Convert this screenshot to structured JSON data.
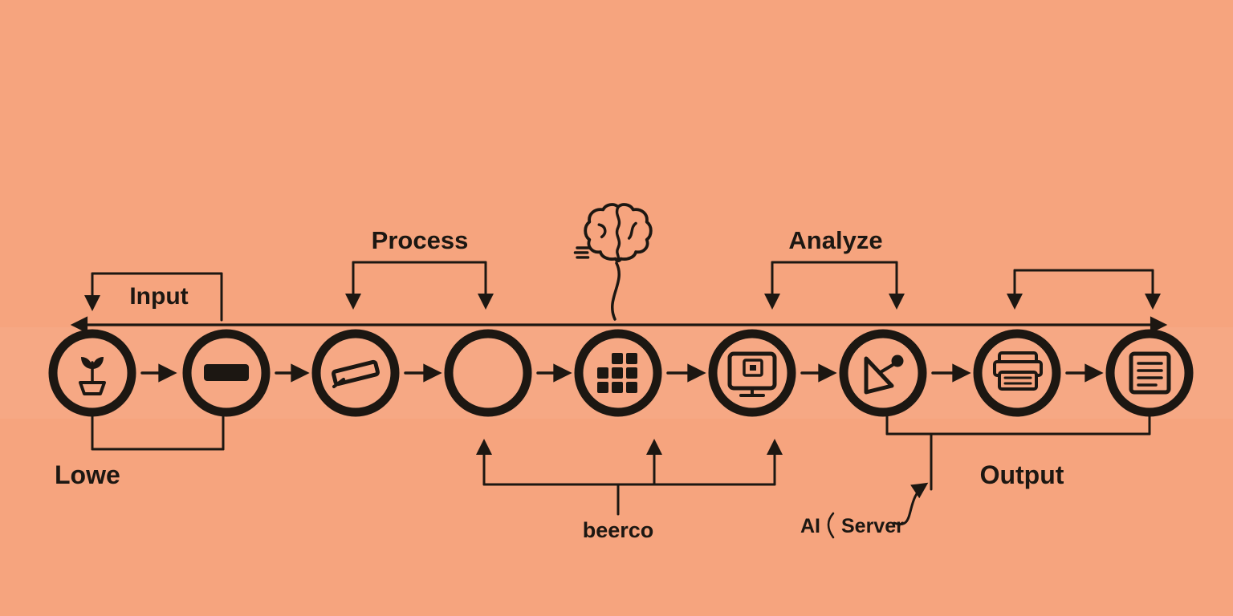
{
  "colors": {
    "background": "#f6a47e",
    "ink": "#1c1712"
  },
  "top_labels": {
    "input": "Input",
    "process": "Process",
    "analyze": "Analyze"
  },
  "bottom_labels": {
    "lowe": "Lowe",
    "beerco": "beerco",
    "ai": "AI",
    "server": "Server",
    "output": "Output"
  },
  "stages": [
    {
      "icon": "sprout-icon"
    },
    {
      "icon": "solid-bar-icon"
    },
    {
      "icon": "tray-icon"
    },
    {
      "icon": "empty-circle-icon"
    },
    {
      "icon": "grid-icon"
    },
    {
      "icon": "monitor-icon"
    },
    {
      "icon": "network-icon"
    },
    {
      "icon": "printer-icon"
    },
    {
      "icon": "document-icon"
    }
  ]
}
